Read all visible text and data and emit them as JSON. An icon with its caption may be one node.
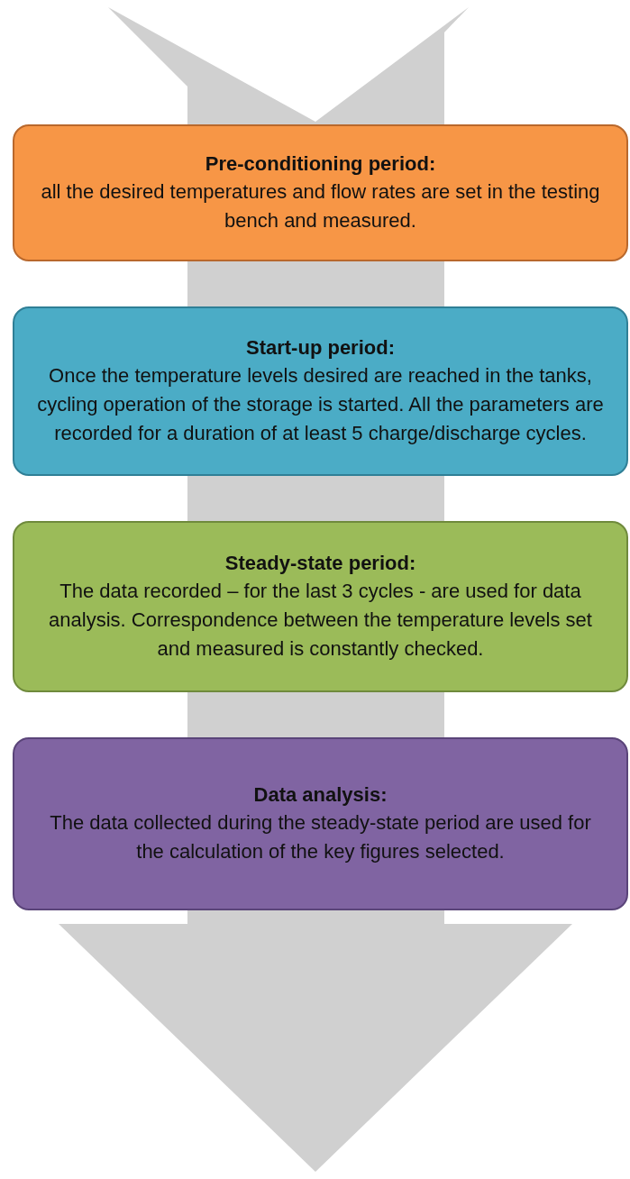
{
  "diagram": {
    "nodes": [
      {
        "text": [
          "Pre-conditioning period:",
          "all the desired temperatures and flow rates are set in the testing bench and measured."
        ]
      },
      {
        "text": [
          "Start-up period:",
          "Once the temperature levels desired are reached in the tanks, cycling operation of the storage is started. All the parameters are recorded for a duration of at least 5 charge/discharge cycles."
        ]
      },
      {
        "text": [
          "Steady-state period:",
          "The data recorded – for the last 3 cycles - are used for data analysis. Correspondence  between the temperature levels set and measured is constantly checked."
        ]
      },
      {
        "text": [
          "Data analysis:",
          "The data collected during the steady-state period are used for the calculation of the key figures selected."
        ]
      }
    ]
  }
}
